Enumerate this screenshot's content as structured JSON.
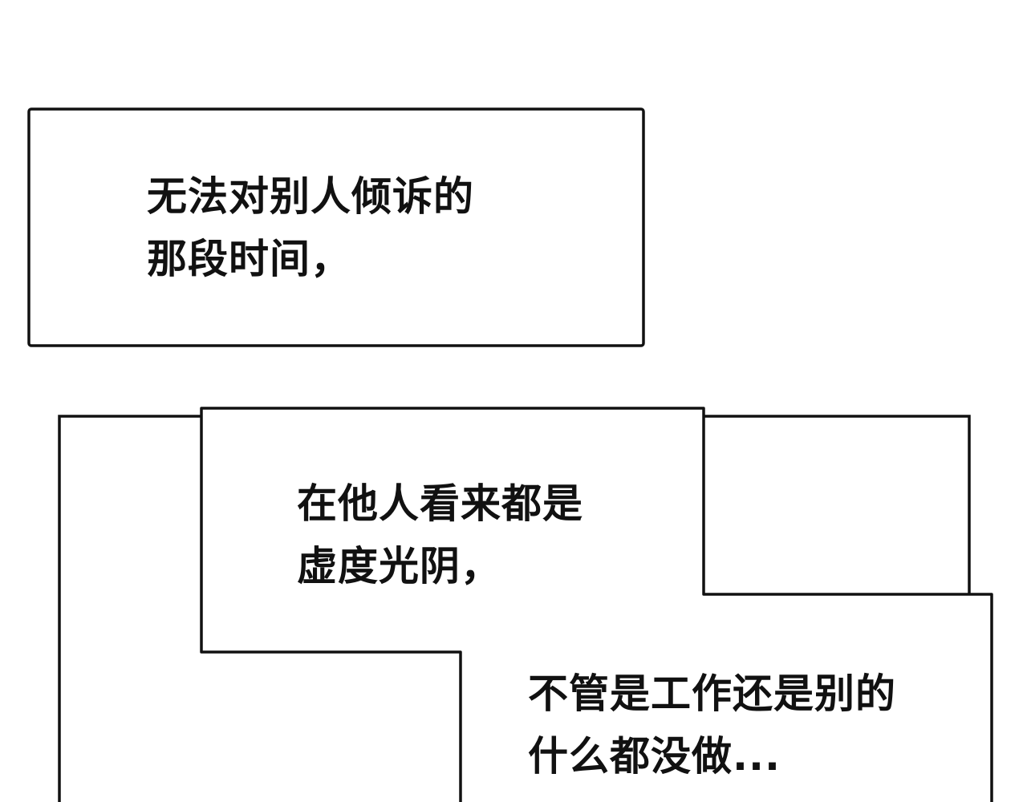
{
  "captions": [
    {
      "lines": [
        "无法对别人倾诉的",
        "那段时间，"
      ]
    },
    {
      "lines": [
        "在他人看来都是",
        "虚度光阴，"
      ]
    },
    {
      "lines": [
        "不管是工作还是别的",
        "什么都没做..."
      ]
    }
  ],
  "colors": {
    "border": "#111111",
    "background": "#ffffff",
    "text": "#111111"
  }
}
